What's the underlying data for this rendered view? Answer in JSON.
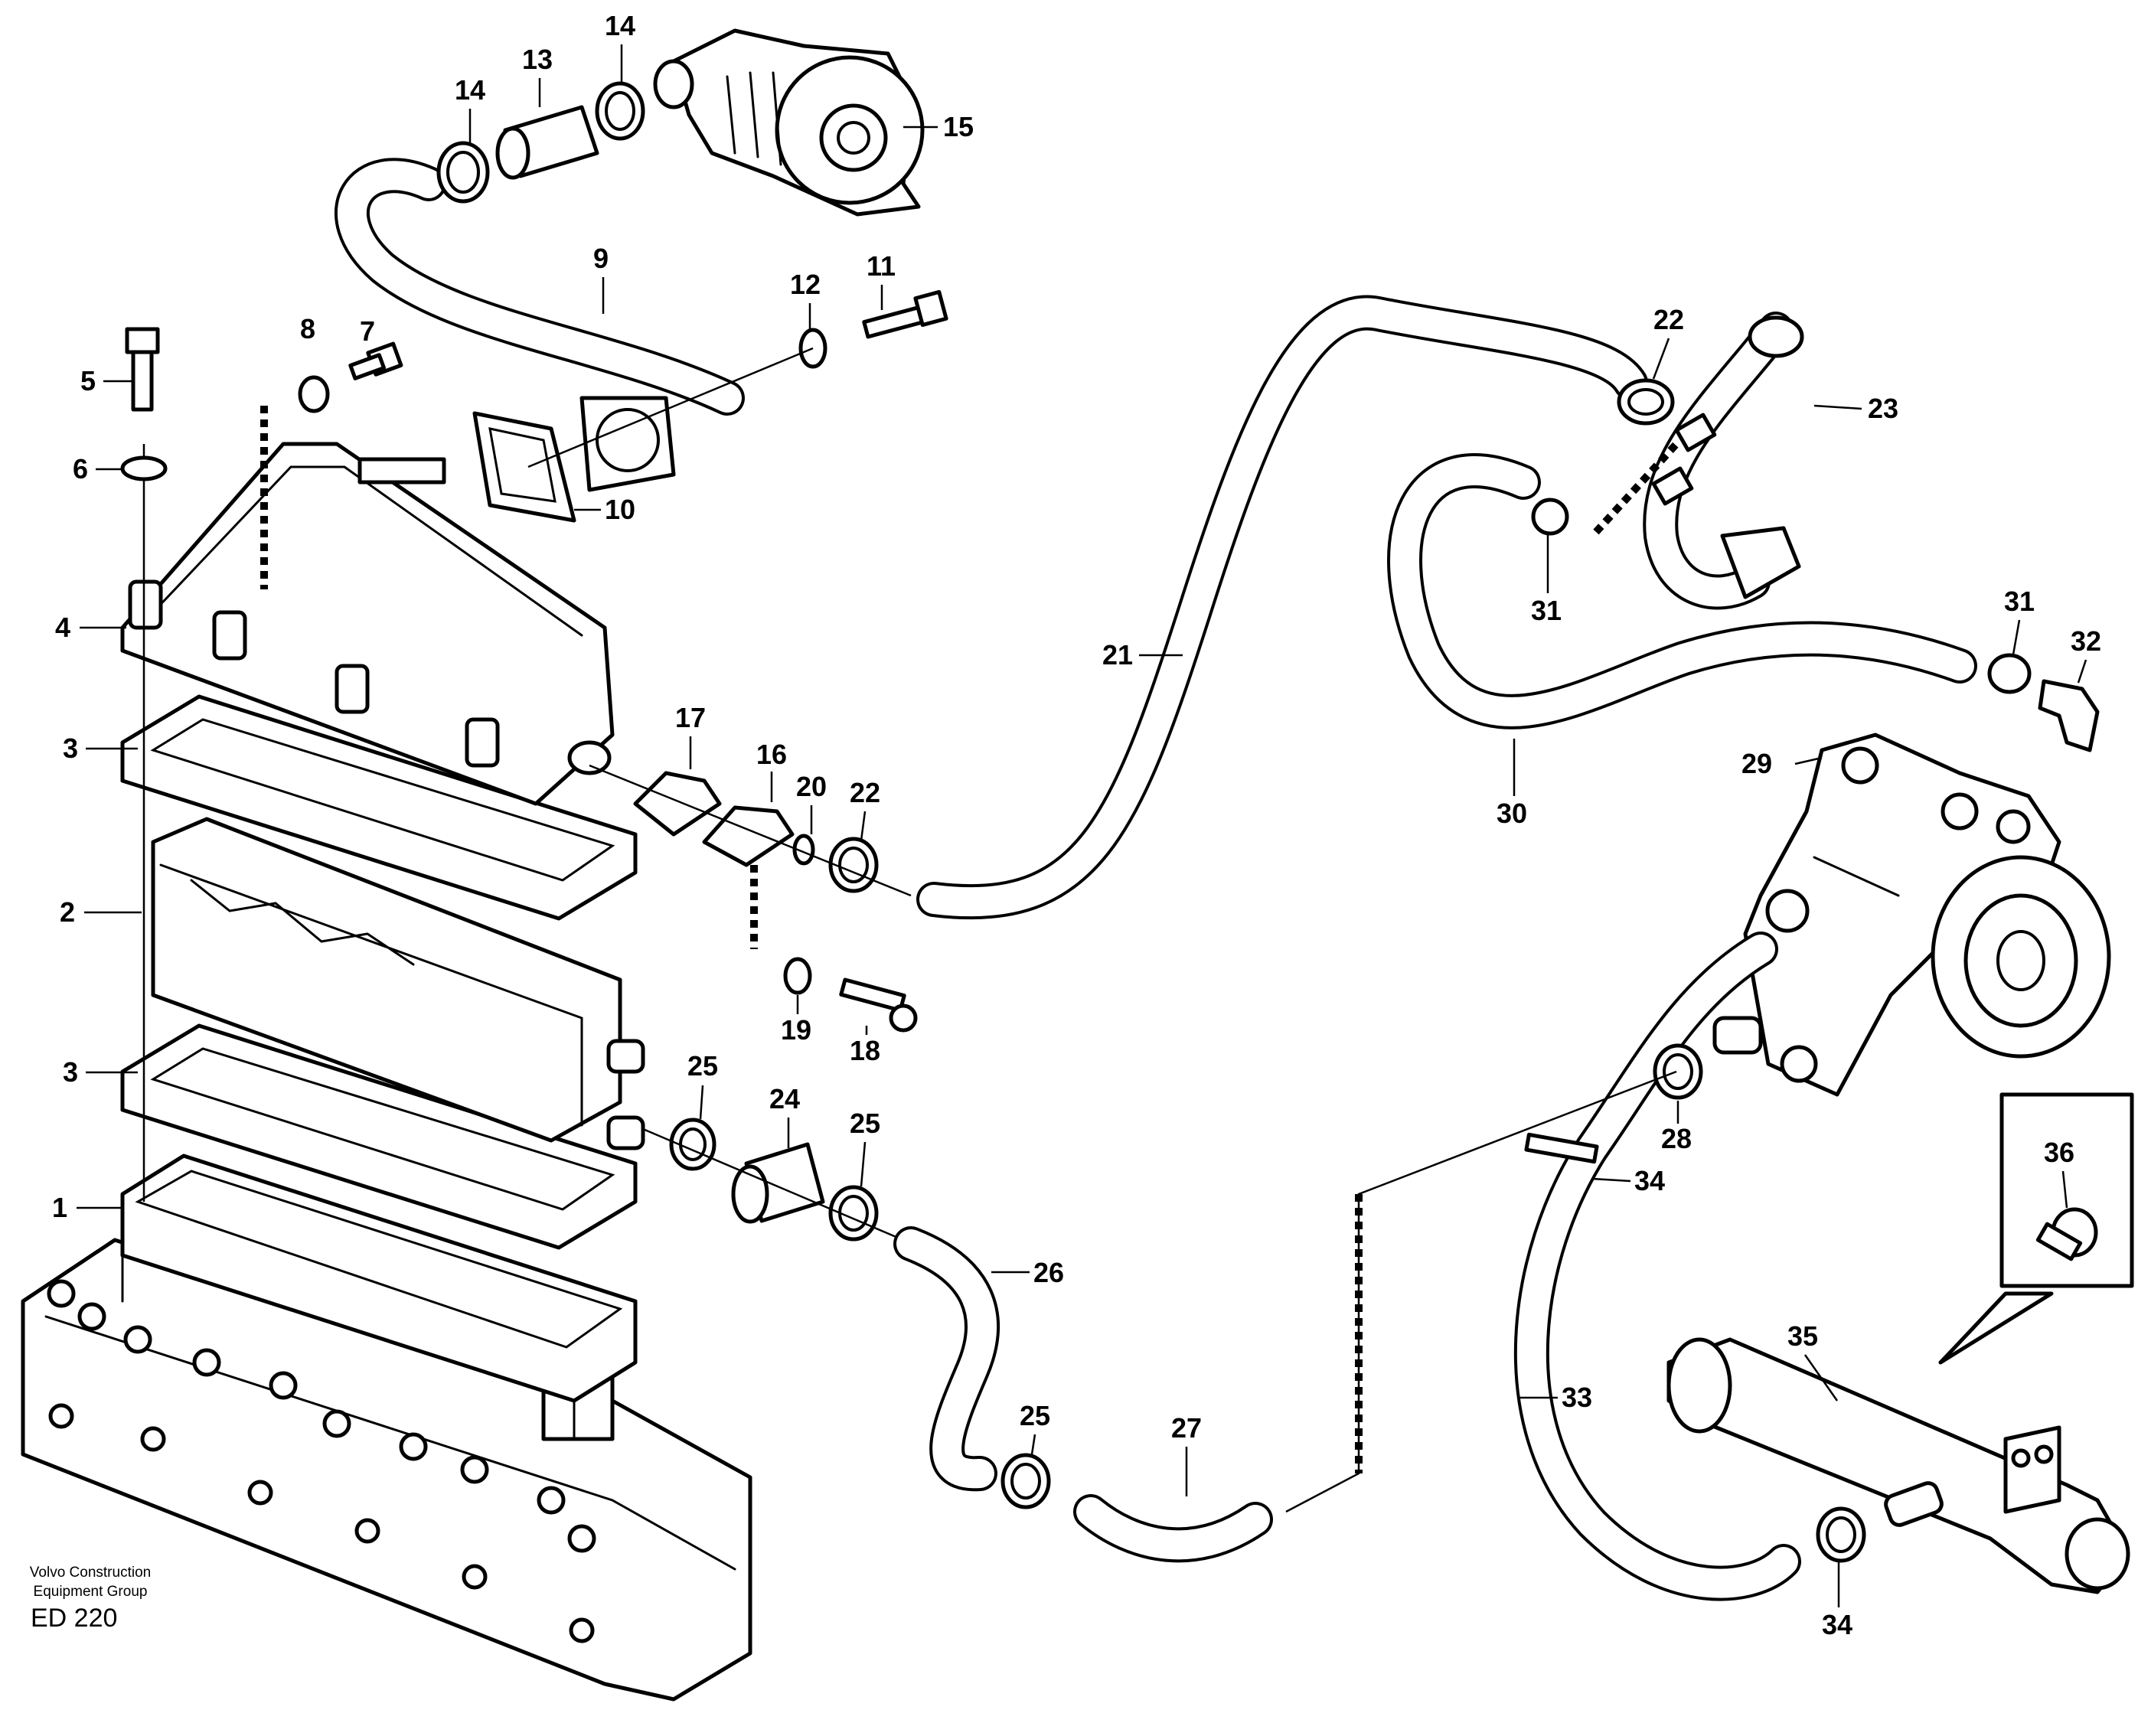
{
  "footer": {
    "company_line1": "Volvo Construction",
    "company_line2": "Equipment Group",
    "drawing_code": "ED 220"
  },
  "callouts": {
    "c1": "1",
    "c2": "2",
    "c3a": "3",
    "c3b": "3",
    "c4": "4",
    "c5": "5",
    "c6": "6",
    "c7": "7",
    "c8": "8",
    "c9": "9",
    "c10": "10",
    "c11": "11",
    "c12": "12",
    "c13": "13",
    "c14a": "14",
    "c14b": "14",
    "c15": "15",
    "c16": "16",
    "c17": "17",
    "c18": "18",
    "c19": "19",
    "c20": "20",
    "c21": "21",
    "c22a": "22",
    "c22b": "22",
    "c23": "23",
    "c24": "24",
    "c25a": "25",
    "c25b": "25",
    "c25c": "25",
    "c26": "26",
    "c27": "27",
    "c28": "28",
    "c29": "29",
    "c30": "30",
    "c31a": "31",
    "c31b": "31",
    "c32": "32",
    "c33": "33",
    "c34a": "34",
    "c34b": "34",
    "c35": "35",
    "c36": "36"
  }
}
